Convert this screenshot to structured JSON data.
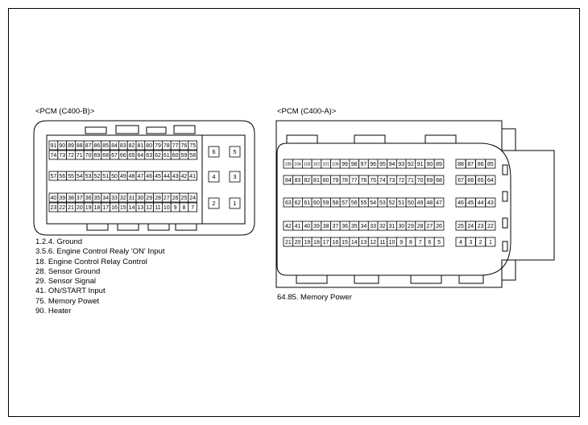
{
  "connector_b": {
    "title": "<PCM (C400-B)>",
    "rows": [
      [
        "91",
        "90",
        "89",
        "88",
        "87",
        "86",
        "85",
        "84",
        "83",
        "82",
        "81",
        "80",
        "79",
        "78",
        "77",
        "76",
        "75"
      ],
      [
        "74",
        "73",
        "72",
        "71",
        "70",
        "69",
        "68",
        "67",
        "66",
        "65",
        "64",
        "63",
        "62",
        "61",
        "60",
        "59",
        "58"
      ],
      [
        "57",
        "56",
        "55",
        "54",
        "53",
        "52",
        "51",
        "50",
        "49",
        "48",
        "47",
        "46",
        "45",
        "44",
        "43",
        "42",
        "41"
      ],
      [
        "40",
        "39",
        "38",
        "37",
        "36",
        "35",
        "34",
        "33",
        "32",
        "31",
        "30",
        "29",
        "28",
        "27",
        "26",
        "25",
        "24"
      ],
      [
        "23",
        "22",
        "21",
        "20",
        "19",
        "18",
        "17",
        "16",
        "15",
        "14",
        "13",
        "12",
        "11",
        "10",
        "9",
        "8",
        "7"
      ]
    ],
    "side_rows": [
      [
        "6",
        "5"
      ],
      [
        "4",
        "3"
      ],
      [
        "2",
        "1"
      ]
    ],
    "legend": [
      "1.2.4. Ground",
      "3.5.6. Engine Control Realy 'ON' Input",
      "18. Engine Control Relay Control",
      "28. Sensor Ground",
      "29. Sensor Signal",
      "41. ON/START Input",
      "75. Memory Powet",
      "90. Heater"
    ]
  },
  "connector_a": {
    "title": "<PCM (C400-A)>",
    "main_rows": [
      [
        "105",
        "104",
        "103",
        "102",
        "101",
        "100",
        "99",
        "98",
        "97",
        "96",
        "95",
        "94",
        "93",
        "92",
        "91",
        "90",
        "89"
      ],
      [
        "84",
        "83",
        "82",
        "81",
        "80",
        "79",
        "78",
        "77",
        "76",
        "75",
        "74",
        "73",
        "72",
        "71",
        "70",
        "69",
        "68"
      ],
      [
        "63",
        "62",
        "61",
        "60",
        "59",
        "58",
        "57",
        "56",
        "55",
        "54",
        "53",
        "52",
        "51",
        "50",
        "49",
        "48",
        "47"
      ],
      [
        "42",
        "41",
        "40",
        "39",
        "38",
        "37",
        "36",
        "35",
        "34",
        "33",
        "32",
        "31",
        "30",
        "29",
        "28",
        "27",
        "26"
      ],
      [
        "21",
        "20",
        "19",
        "18",
        "17",
        "16",
        "15",
        "14",
        "13",
        "12",
        "11",
        "10",
        "9",
        "8",
        "7",
        "6",
        "5"
      ]
    ],
    "side_rows": [
      [
        "88",
        "87",
        "86",
        "85"
      ],
      [
        "67",
        "66",
        "65",
        "64"
      ],
      [
        "46",
        "45",
        "44",
        "43"
      ],
      [
        "25",
        "24",
        "23",
        "22"
      ],
      [
        "4",
        "3",
        "2",
        "1"
      ]
    ],
    "legend": [
      "64.85. Memory Power"
    ]
  }
}
